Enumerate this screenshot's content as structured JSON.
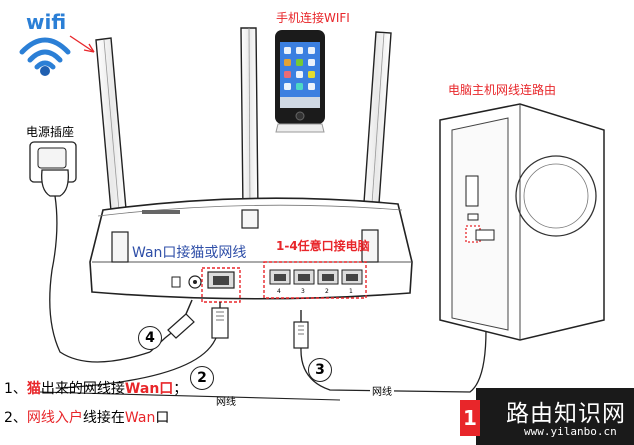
{
  "wifi": {
    "label": "wifi",
    "color": "#2b7fd6"
  },
  "phone": {
    "caption": "手机连接WIFI"
  },
  "power": {
    "caption": "电源插座"
  },
  "pc": {
    "caption": "电脑主机网线连路由"
  },
  "router": {
    "wan_caption": "Wan口接猫或网线",
    "lan_caption": "1-4任意口接电脑",
    "port_labels": [
      "4",
      "3",
      "2",
      "1"
    ]
  },
  "markers": [
    "4",
    "2",
    "3"
  ],
  "cable_label": "网线",
  "instructions": {
    "line1": {
      "prefix": "1、",
      "hl": "猫",
      "mid": "出来的网线接",
      "hl2": "Wan口",
      "suffix": "；"
    },
    "line2": {
      "prefix": "2、",
      "hl": "网线入户",
      "mid": "线接在",
      "hl2": "Wan",
      "suffix": "口"
    }
  },
  "brand": {
    "name": "路由知识网",
    "url": "www.yilanbo.cn",
    "mark": "1"
  },
  "colors": {
    "accent": "#e8262a",
    "blue": "#2f4fa8",
    "dark": "#1a1a1a"
  }
}
